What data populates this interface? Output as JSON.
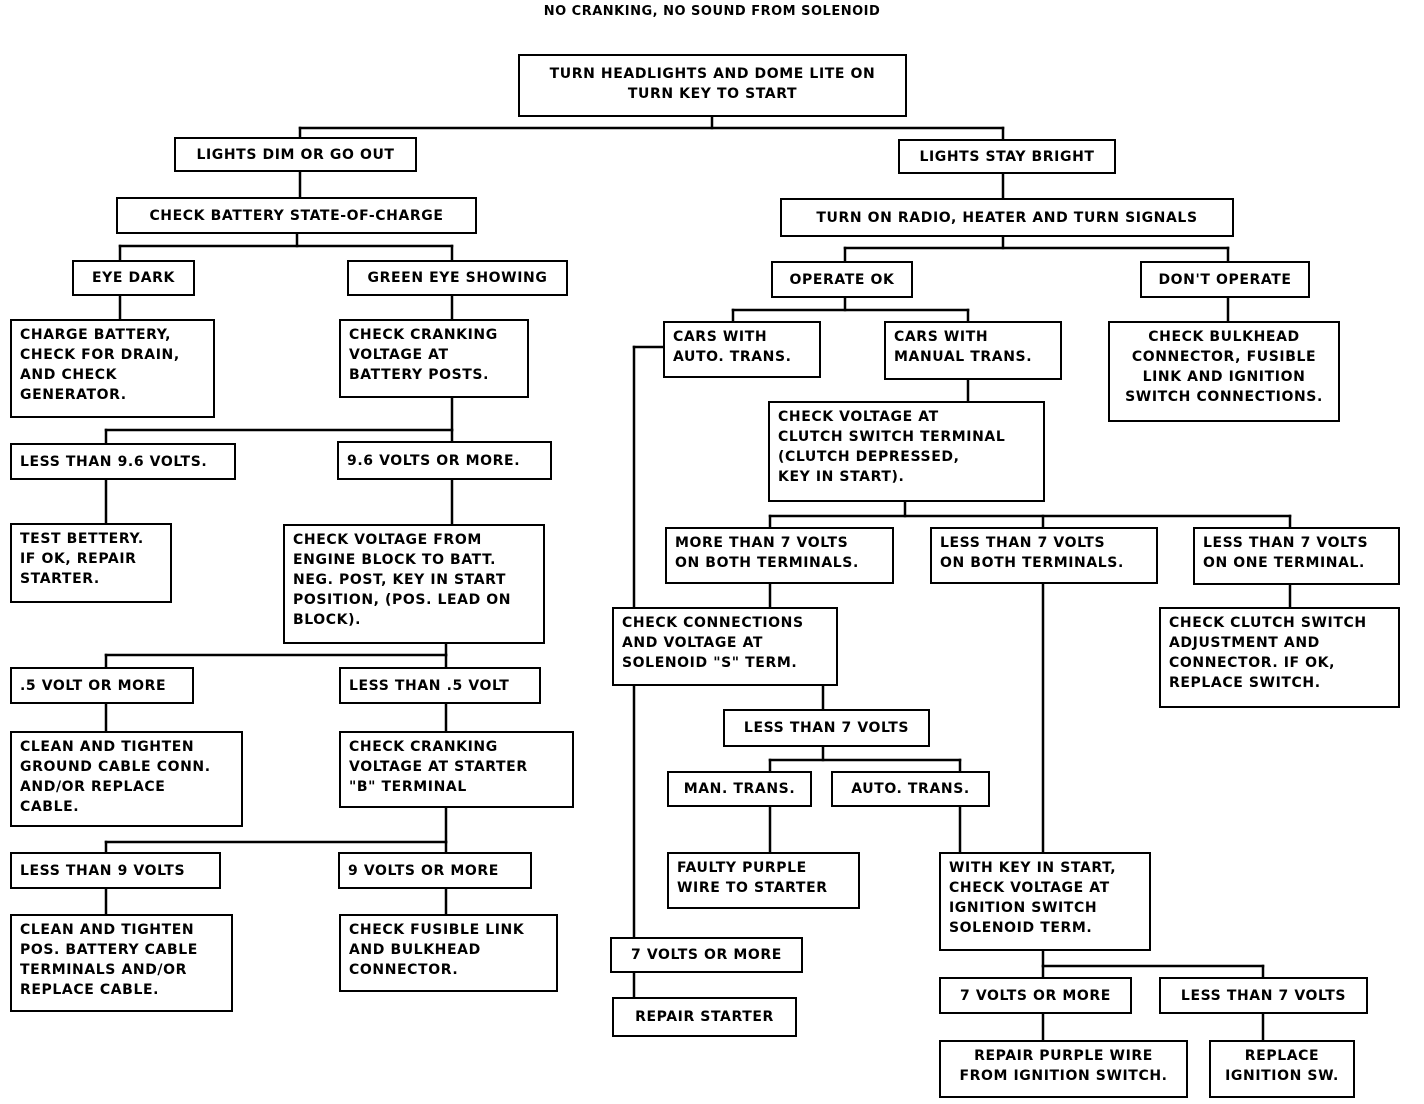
{
  "title": "NO CRANKING, NO SOUND FROM SOLENOID",
  "nodes": {
    "start": "TURN HEADLIGHTS AND DOME LITE ON\nTURN KEY TO START",
    "lights_dim": "LIGHTS DIM OR GO OUT",
    "lights_bright": "LIGHTS STAY BRIGHT",
    "check_battery": "CHECK BATTERY STATE-OF-CHARGE",
    "turn_on_radio": "TURN ON RADIO, HEATER AND TURN SIGNALS",
    "eye_dark": "EYE DARK",
    "green_eye": "GREEN EYE SHOWING",
    "operate_ok": "OPERATE OK",
    "dont_operate": "DON'T OPERATE",
    "charge_battery": "CHARGE BATTERY,\nCHECK FOR DRAIN,\nAND CHECK\nGENERATOR.",
    "check_cranking_batt": "CHECK CRANKING\nVOLTAGE AT\nBATTERY POSTS.",
    "cars_auto": "CARS WITH\nAUTO. TRANS.",
    "cars_manual": "CARS WITH\nMANUAL TRANS.",
    "check_bulkhead": "CHECK BULKHEAD\nCONNECTOR, FUSIBLE\nLINK AND IGNITION\nSWITCH CONNECTIONS.",
    "less_96": "LESS THAN 9.6 VOLTS.",
    "more_96": "9.6 VOLTS OR MORE.",
    "check_clutch_terminal": "CHECK VOLTAGE AT\nCLUTCH SWITCH TERMINAL\n(CLUTCH DEPRESSED,\nKEY IN START).",
    "test_battery": "TEST BETTERY.\nIF OK, REPAIR\nSTARTER.",
    "check_engine_block": "CHECK VOLTAGE FROM\nENGINE BLOCK TO BATT.\nNEG. POST, KEY IN START\nPOSITION, (POS. LEAD ON\nBLOCK).",
    "more_7_both": "MORE THAN 7 VOLTS\nON BOTH TERMINALS.",
    "less_7_both": "LESS THAN 7 VOLTS\nON BOTH TERMINALS.",
    "less_7_one": "LESS THAN 7 VOLTS\nON ONE TERMINAL.",
    "check_connections_s": "CHECK CONNECTIONS\nAND VOLTAGE AT\nSOLENOID \"S\" TERM.",
    "check_clutch_adjust": "CHECK CLUTCH SWITCH\nADJUSTMENT AND\nCONNECTOR. IF OK,\nREPLACE SWITCH.",
    "half_volt_more": ".5 VOLT OR MORE",
    "less_half_volt": "LESS THAN .5 VOLT",
    "less_7_s": "LESS THAN 7 VOLTS",
    "clean_ground": "CLEAN AND TIGHTEN\nGROUND CABLE CONN.\nAND/OR REPLACE\nCABLE.",
    "check_cranking_starter": "CHECK CRANKING\nVOLTAGE AT STARTER\n\"B\" TERMINAL",
    "man_trans": "MAN. TRANS.",
    "auto_trans": "AUTO. TRANS.",
    "faulty_purple": "FAULTY PURPLE\nWIRE TO STARTER",
    "less_9": "LESS THAN 9 VOLTS",
    "more_9": "9 VOLTS OR MORE",
    "key_in_start": "WITH KEY IN START,\nCHECK VOLTAGE AT\nIGNITION SWITCH\nSOLENOID TERM.",
    "clean_pos": "CLEAN AND TIGHTEN\nPOS. BATTERY CABLE\nTERMINALS AND/OR\nREPLACE CABLE.",
    "check_fusible": "CHECK FUSIBLE LINK\nAND BULKHEAD\nCONNECTOR.",
    "seven_or_more_s": "7 VOLTS OR MORE",
    "repair_starter": "REPAIR STARTER",
    "seven_or_more_ign": "7 VOLTS OR MORE",
    "less_7_ign": "LESS THAN 7 VOLTS",
    "repair_purple": "REPAIR PURPLE WIRE\nFROM IGNITION SWITCH.",
    "replace_ign": "REPLACE\nIGNITION SW."
  }
}
